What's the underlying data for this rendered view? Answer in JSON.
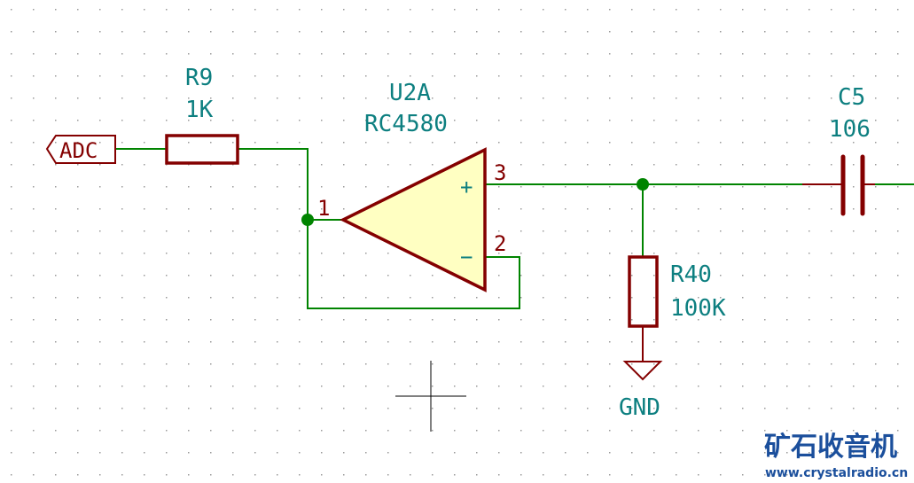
{
  "schematic": {
    "colors": {
      "wire": "#008400",
      "component": "#840000",
      "component_fill": "#ffffc2",
      "label_text": "#0d7f80",
      "junction": "#008400",
      "grid_dot": "#9a9a9a",
      "cursor": "#000000",
      "watermark": "#1b4f9c"
    },
    "components": {
      "r9": {
        "reference": "R9",
        "value": "1K"
      },
      "u2a": {
        "reference": "U2A",
        "value": "RC4580",
        "pin_out": "1",
        "pin_noninv": "3",
        "pin_inv": "2",
        "plus_sign": "+",
        "minus_sign": "−"
      },
      "c5": {
        "reference": "C5",
        "value": "106"
      },
      "r40": {
        "reference": "R40",
        "value": "100K"
      },
      "gnd": {
        "label": "GND"
      },
      "adc_port": {
        "label": "ADC"
      }
    },
    "watermark": {
      "title": "矿石收音机",
      "url": "www.crystalradio.cn"
    }
  }
}
